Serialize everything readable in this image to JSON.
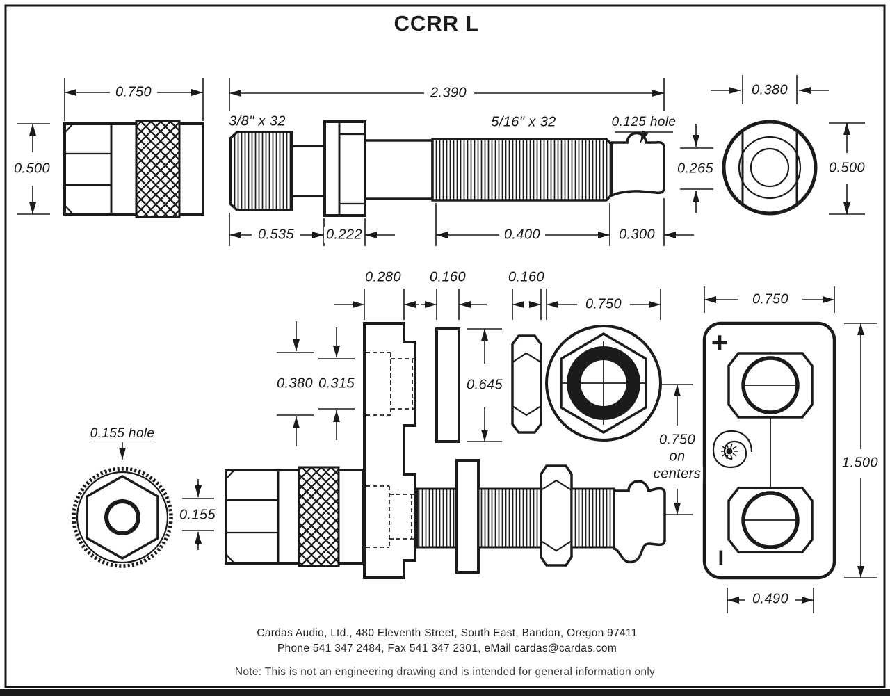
{
  "title": "CCRR L",
  "colors": {
    "ink": "#1b1b1b",
    "paper": "#ffffff"
  },
  "body_side": {
    "dim_width": "0.750",
    "dim_height": "0.500"
  },
  "post_side": {
    "dim_total": "2.390",
    "thread_left": "3/8\" x 32",
    "thread_right": "5/16\" x 32",
    "hole_note": "0.125 hole",
    "dim_thread_len": "0.535",
    "dim_flange": "0.222",
    "dim_thread2_len": "0.400",
    "dim_tip_len": "0.300",
    "dim_tip_height": "0.265"
  },
  "post_end": {
    "dim_flats": "0.380",
    "dim_dia": "0.500"
  },
  "exploded": {
    "dim_plate_thk": "0.280",
    "dim_washer_thk": "0.160",
    "dim_nut_thk": "0.160",
    "dim_nut_dia": "0.750",
    "dim_hole_outer": "0.380",
    "dim_hole_inner": "0.315",
    "dim_washer_dia": "0.645"
  },
  "panel": {
    "dim_width": "0.750",
    "dim_height": "1.500",
    "dim_bottom": "0.490",
    "centers_value": "0.750",
    "centers_word1": "on",
    "centers_word2": "centers",
    "plus_mark": "+",
    "minus_mark": "−"
  },
  "body_end": {
    "hole_note": "0.155 hole",
    "dim_hole": "0.155"
  },
  "footer": {
    "address": "Cardas Audio, Ltd., 480 Eleventh Street, South East, Bandon, Oregon 97411",
    "contact": "Phone 541 347 2484, Fax 541 347 2301, eMail cardas@cardas.com",
    "note": "Note:  This is not an engineering drawing and is intended for general information only"
  }
}
